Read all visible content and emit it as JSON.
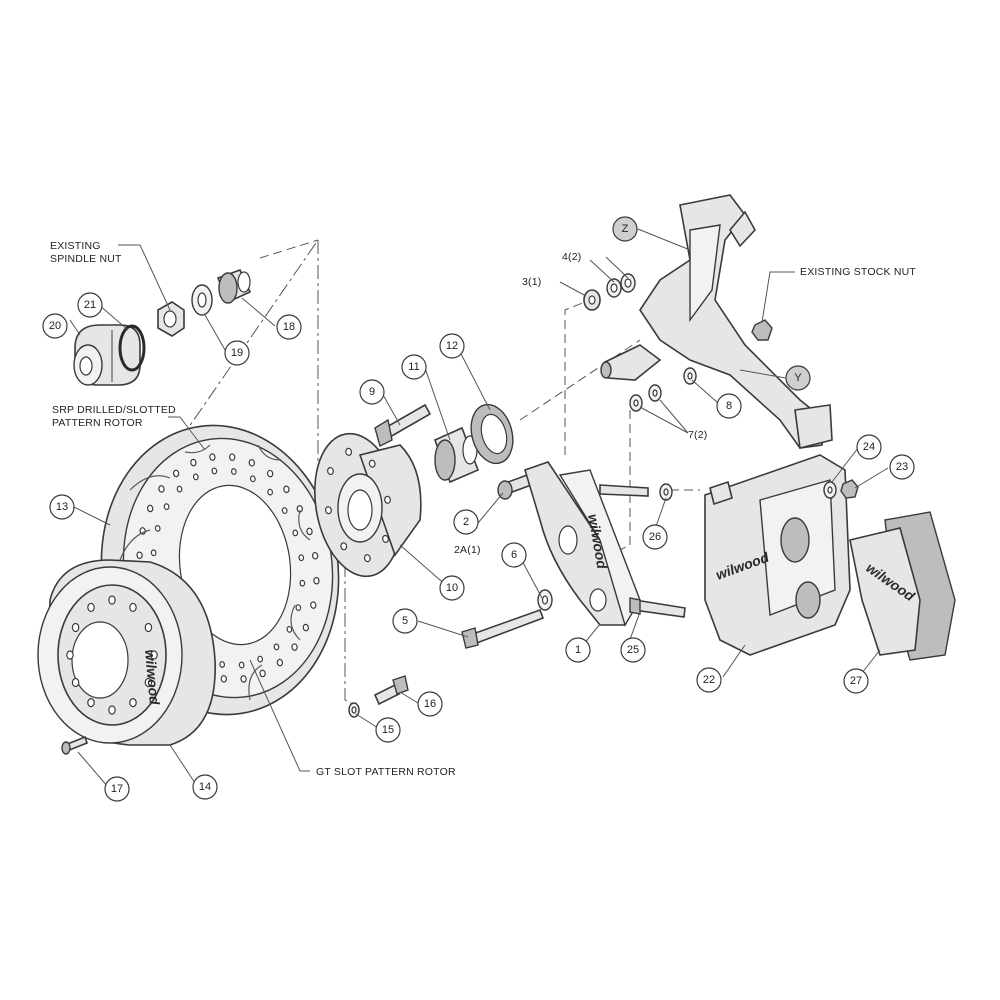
{
  "labels": {
    "existing_spindle_nut_1": "EXISTING",
    "existing_spindle_nut_2": "SPINDLE NUT",
    "srp_rotor_1": "SRP DRILLED/SLOTTED",
    "srp_rotor_2": "PATTERN ROTOR",
    "existing_stock_nut": "EXISTING STOCK NUT",
    "gt_slot_rotor": "GT SLOT PATTERN ROTOR"
  },
  "logos": {
    "bracket": "wilwood",
    "caliper": "wilwood",
    "pad": "wilwood",
    "hat": "wilwood"
  },
  "callouts": {
    "c1": "1",
    "c2": "2",
    "c2a": "2A(1)",
    "c3": "3(1)",
    "c4": "4(2)",
    "c5": "5",
    "c6": "6",
    "c7": "7(2)",
    "c8": "8",
    "c9": "9",
    "c10": "10",
    "c11": "11",
    "c12": "12",
    "c13": "13",
    "c14": "14",
    "c15": "15",
    "c16": "16",
    "c17": "17",
    "c18": "18",
    "c19": "19",
    "c20": "20",
    "c21": "21",
    "c22": "22",
    "c23": "23",
    "c24": "24",
    "c25": "25",
    "c26": "26",
    "c27": "27",
    "cz": "Z",
    "cy": "Y"
  }
}
